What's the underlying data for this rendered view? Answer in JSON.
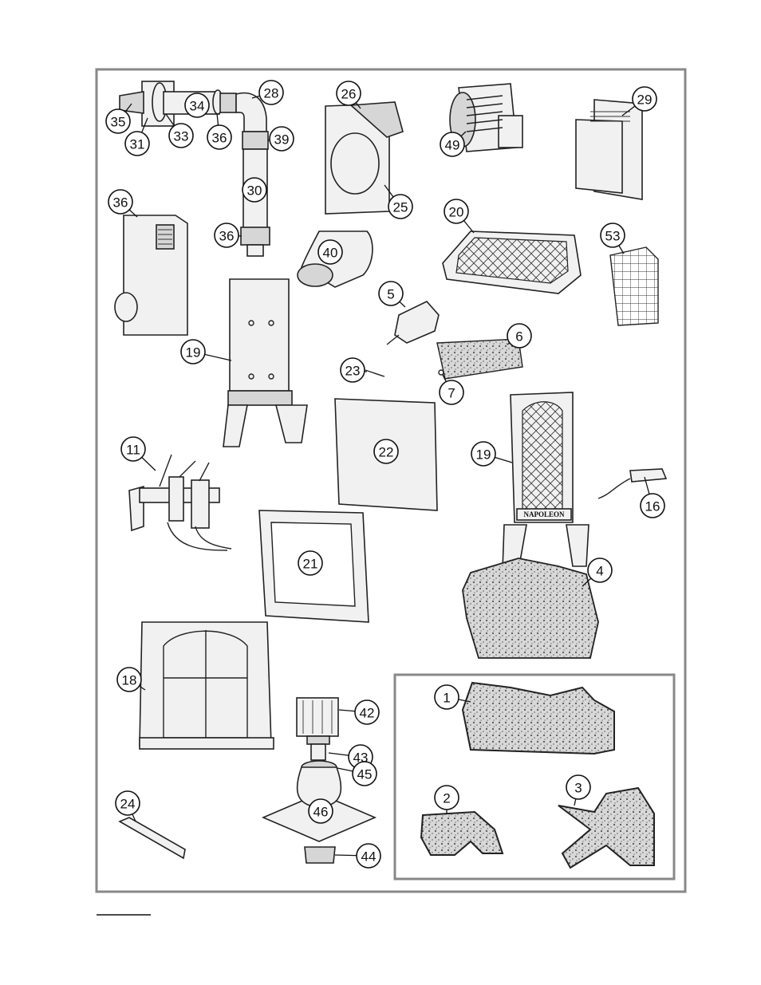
{
  "diagram": {
    "callouts": [
      {
        "id": "c35",
        "label": "35"
      },
      {
        "id": "c31",
        "label": "31"
      },
      {
        "id": "c33",
        "label": "33"
      },
      {
        "id": "c34",
        "label": "34"
      },
      {
        "id": "c36a",
        "label": "36"
      },
      {
        "id": "c28",
        "label": "28"
      },
      {
        "id": "c39",
        "label": "39"
      },
      {
        "id": "c30",
        "label": "30"
      },
      {
        "id": "c36b",
        "label": "36"
      },
      {
        "id": "c26",
        "label": "26"
      },
      {
        "id": "c25",
        "label": "25"
      },
      {
        "id": "c49",
        "label": "49"
      },
      {
        "id": "c29",
        "label": "29"
      },
      {
        "id": "c36c",
        "label": "36"
      },
      {
        "id": "c40",
        "label": "40"
      },
      {
        "id": "c20",
        "label": "20"
      },
      {
        "id": "c53",
        "label": "53"
      },
      {
        "id": "c5",
        "label": "5"
      },
      {
        "id": "c19a",
        "label": "19"
      },
      {
        "id": "c23",
        "label": "23"
      },
      {
        "id": "c6",
        "label": "6"
      },
      {
        "id": "c7",
        "label": "7"
      },
      {
        "id": "c22",
        "label": "22"
      },
      {
        "id": "c11",
        "label": "11"
      },
      {
        "id": "c19b",
        "label": "19"
      },
      {
        "id": "c16",
        "label": "16"
      },
      {
        "id": "c21",
        "label": "21"
      },
      {
        "id": "c4",
        "label": "4"
      },
      {
        "id": "c18",
        "label": "18"
      },
      {
        "id": "c42",
        "label": "42"
      },
      {
        "id": "c43",
        "label": "43"
      },
      {
        "id": "c45",
        "label": "45"
      },
      {
        "id": "c46",
        "label": "46"
      },
      {
        "id": "c44",
        "label": "44"
      },
      {
        "id": "c24",
        "label": "24"
      },
      {
        "id": "c1",
        "label": "1"
      },
      {
        "id": "c2",
        "label": "2"
      },
      {
        "id": "c3",
        "label": "3"
      }
    ],
    "brand_plate": "NAPOLEON"
  }
}
